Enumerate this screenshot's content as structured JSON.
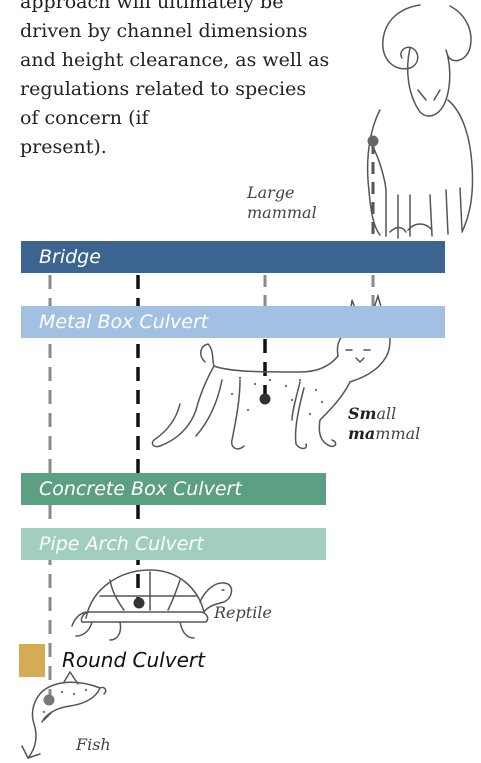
{
  "intro": {
    "lines": [
      "approach will ultimately be",
      "driven by channel dimensions",
      "and height clearance, as well as",
      "regulations related to species",
      "of concern (if",
      "present)."
    ]
  },
  "structures": [
    {
      "label": "Bridge",
      "color": "#3b6590"
    },
    {
      "label": "Metal Box Culvert",
      "color": "#a2c1e2"
    },
    {
      "label": "Concrete Box Culvert",
      "color": "#5c9f83"
    },
    {
      "label": "Pipe Arch Culvert",
      "color": "#a2cfbd"
    },
    {
      "label": "Round Culvert",
      "color": "#d6ab55"
    }
  ],
  "animals": {
    "large_mammal": {
      "line1": "Large",
      "line2": "mammal"
    },
    "small_mammal": {
      "bold1": "Sm",
      "rest1": "all",
      "bold2": "ma",
      "rest2": "mmal"
    },
    "reptile": "Reptile",
    "fish": "Fish"
  }
}
